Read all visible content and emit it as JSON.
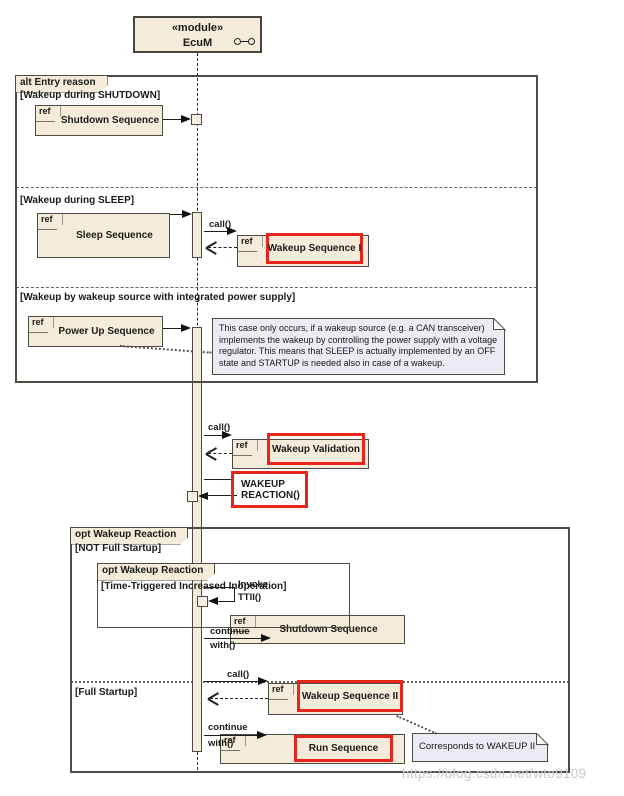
{
  "module": {
    "stereotype": "«module»",
    "name": "EcuM"
  },
  "alt_frame": {
    "label": "alt Entry reason",
    "guard_shutdown": "[Wakeup during SHUTDOWN]",
    "guard_sleep": "[Wakeup during SLEEP]",
    "guard_power": "[Wakeup by wakeup source with integrated power supply]"
  },
  "opt_frame": {
    "label": "opt Wakeup Reaction",
    "guard_not_full": "[NOT Full Startup]",
    "guard_full": "[Full Startup]"
  },
  "inner_opt_frame": {
    "label": "opt Wakeup Reaction",
    "guard": "[Time-Triggered Increased Inoperation]"
  },
  "ref_tag": "ref",
  "refs": {
    "shutdown_sequence": "Shutdown Sequence",
    "sleep_sequence": "Sleep Sequence",
    "wakeup_sequence_1": "Wakeup Sequence I",
    "power_up_sequence": "Power Up Sequence",
    "wakeup_validation": "Wakeup Validation",
    "shutdown_sequence_2": "Shutdown Sequence",
    "wakeup_sequence_2": "Wakeup Sequence II",
    "run_sequence": "Run Sequence"
  },
  "messages": {
    "call": "call()",
    "wakeup_reaction_line1": "WAKEUP",
    "wakeup_reaction_line2": "REACTION()",
    "invoke_line1": "Invoke",
    "invoke_line2": "TTII()",
    "continue_line1": "continue",
    "continue_line2": "with()"
  },
  "notes": {
    "power_supply_note": "This case only occurs, if a wakeup source (e.g. a CAN transceiver) implements the wakeup by controlling the power supply with a voltage regulator. This means that SLEEP is actually implemented by an OFF state and STARTUP is needed also in case of a wakeup.",
    "wakeup2_note": "Corresponds to WAKEUP II"
  },
  "watermark": "https://blog.csdn.net/wto9109",
  "colors": {
    "box_fill": "#f4ebda",
    "note_fill": "#edeaf3",
    "frame_border": "#4c4c44",
    "highlight_red": "#e8251a",
    "watermark_gray": "#cbc8cb"
  }
}
